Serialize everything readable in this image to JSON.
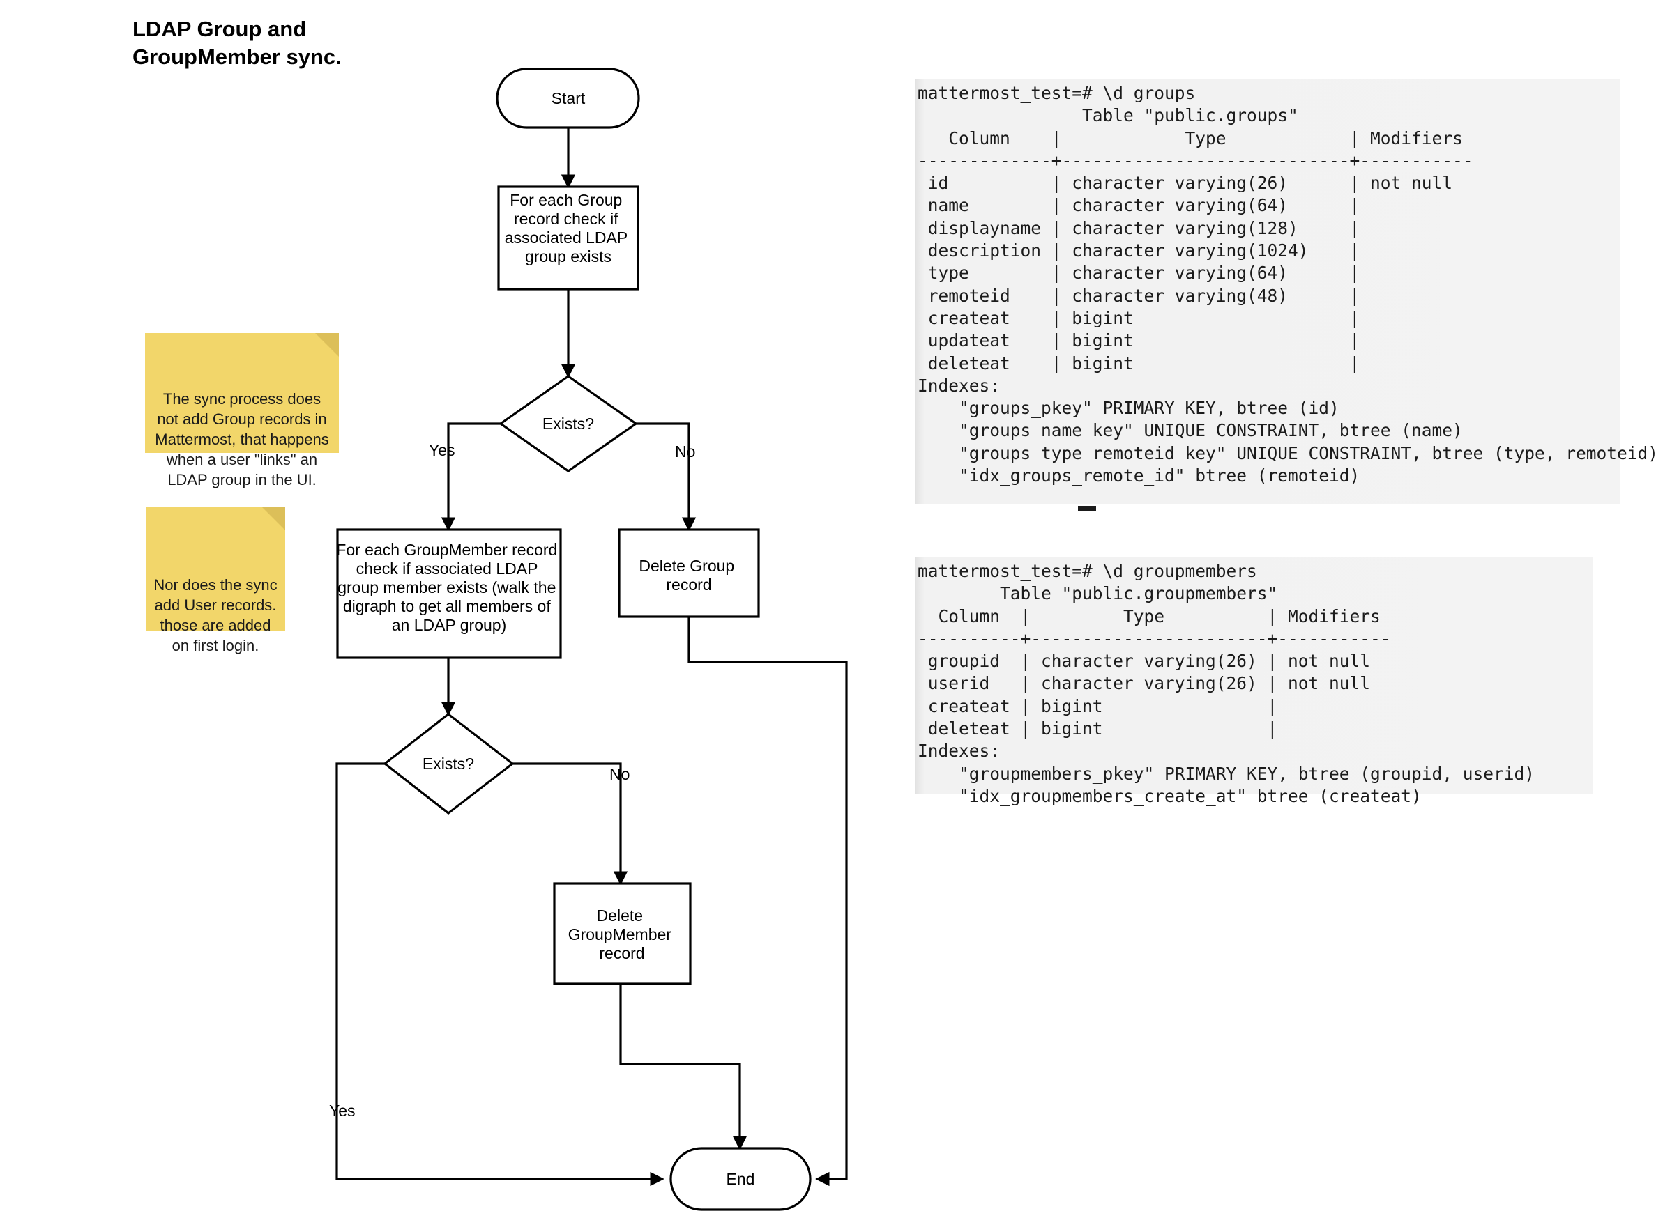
{
  "title": "LDAP Group and\nGroupMember sync.",
  "flowchart": {
    "nodes": {
      "start": "Start",
      "check_group": "For each Group\nrecord check if\nassociated LDAP\ngroup exists",
      "exists_1": "Exists?",
      "check_groupmember": "For each GroupMember record\ncheck if associated LDAP\ngroup member exists (walk the\ndigraph to get all members of\nan LDAP group)",
      "delete_group": "Delete Group\nrecord",
      "exists_2": "Exists?",
      "delete_groupmember": "Delete\nGroupMember\nrecord",
      "end": "End"
    },
    "edge_labels": {
      "exists1_yes": "Yes",
      "exists1_no": "No",
      "exists2_no": "No",
      "exists2_yes": "Yes"
    }
  },
  "sticky_notes": [
    {
      "id": "note-sync-no-group-add",
      "text": "The sync process does\nnot add Group records in\nMattermost, that happens\nwhen a user \"links\" an\nLDAP group in the UI."
    },
    {
      "id": "note-sync-no-user-add",
      "text": "Nor does the sync\nadd User records.\nthose are added\non first login."
    }
  ],
  "terminal": {
    "groups": {
      "prompt": "mattermost_test=# \\d groups",
      "lines": [
        "mattermost_test=# \\d groups",
        "                Table \"public.groups\"",
        "   Column    |            Type            | Modifiers ",
        "-------------+----------------------------+-----------",
        " id          | character varying(26)      | not null",
        " name        | character varying(64)      |",
        " displayname | character varying(128)     |",
        " description | character varying(1024)    |",
        " type        | character varying(64)      |",
        " remoteid    | character varying(48)      |",
        " createat    | bigint                     |",
        " updateat    | bigint                     |",
        " deleteat    | bigint                     |",
        "Indexes:",
        "    \"groups_pkey\" PRIMARY KEY, btree (id)",
        "    \"groups_name_key\" UNIQUE CONSTRAINT, btree (name)",
        "    \"groups_type_remoteid_key\" UNIQUE CONSTRAINT, btree (type, remoteid)",
        "    \"idx_groups_remote_id\" btree (remoteid)"
      ],
      "columns": [
        {
          "column": "id",
          "type": "character varying(26)",
          "modifiers": "not null"
        },
        {
          "column": "name",
          "type": "character varying(64)",
          "modifiers": ""
        },
        {
          "column": "displayname",
          "type": "character varying(128)",
          "modifiers": ""
        },
        {
          "column": "description",
          "type": "character varying(1024)",
          "modifiers": ""
        },
        {
          "column": "type",
          "type": "character varying(64)",
          "modifiers": ""
        },
        {
          "column": "remoteid",
          "type": "character varying(48)",
          "modifiers": ""
        },
        {
          "column": "createat",
          "type": "bigint",
          "modifiers": ""
        },
        {
          "column": "updateat",
          "type": "bigint",
          "modifiers": ""
        },
        {
          "column": "deleteat",
          "type": "bigint",
          "modifiers": ""
        }
      ],
      "indexes": [
        "\"groups_pkey\" PRIMARY KEY, btree (id)",
        "\"groups_name_key\" UNIQUE CONSTRAINT, btree (name)",
        "\"groups_type_remoteid_key\" UNIQUE CONSTRAINT, btree (type, remoteid)",
        "\"idx_groups_remote_id\" btree (remoteid)"
      ]
    },
    "groupmembers": {
      "prompt": "mattermost_test=# \\d groupmembers",
      "lines": [
        "mattermost_test=# \\d groupmembers",
        "        Table \"public.groupmembers\"",
        "  Column  |         Type          | Modifiers ",
        "----------+-----------------------+-----------",
        " groupid  | character varying(26) | not null",
        " userid   | character varying(26) | not null",
        " createat | bigint                |",
        " deleteat | bigint                |",
        "Indexes:",
        "    \"groupmembers_pkey\" PRIMARY KEY, btree (groupid, userid)",
        "    \"idx_groupmembers_create_at\" btree (createat)"
      ],
      "columns": [
        {
          "column": "groupid",
          "type": "character varying(26)",
          "modifiers": "not null"
        },
        {
          "column": "userid",
          "type": "character varying(26)",
          "modifiers": "not null"
        },
        {
          "column": "createat",
          "type": "bigint",
          "modifiers": ""
        },
        {
          "column": "deleteat",
          "type": "bigint",
          "modifiers": ""
        }
      ],
      "indexes": [
        "\"groupmembers_pkey\" PRIMARY KEY, btree (groupid, userid)",
        "\"idx_groupmembers_create_at\" btree (createat)"
      ]
    }
  },
  "colors": {
    "sticky_note": "#f2d66a",
    "sticky_fold": "#dcbf59",
    "terminal_bg": "#f1f1f1",
    "stroke": "#000000"
  }
}
